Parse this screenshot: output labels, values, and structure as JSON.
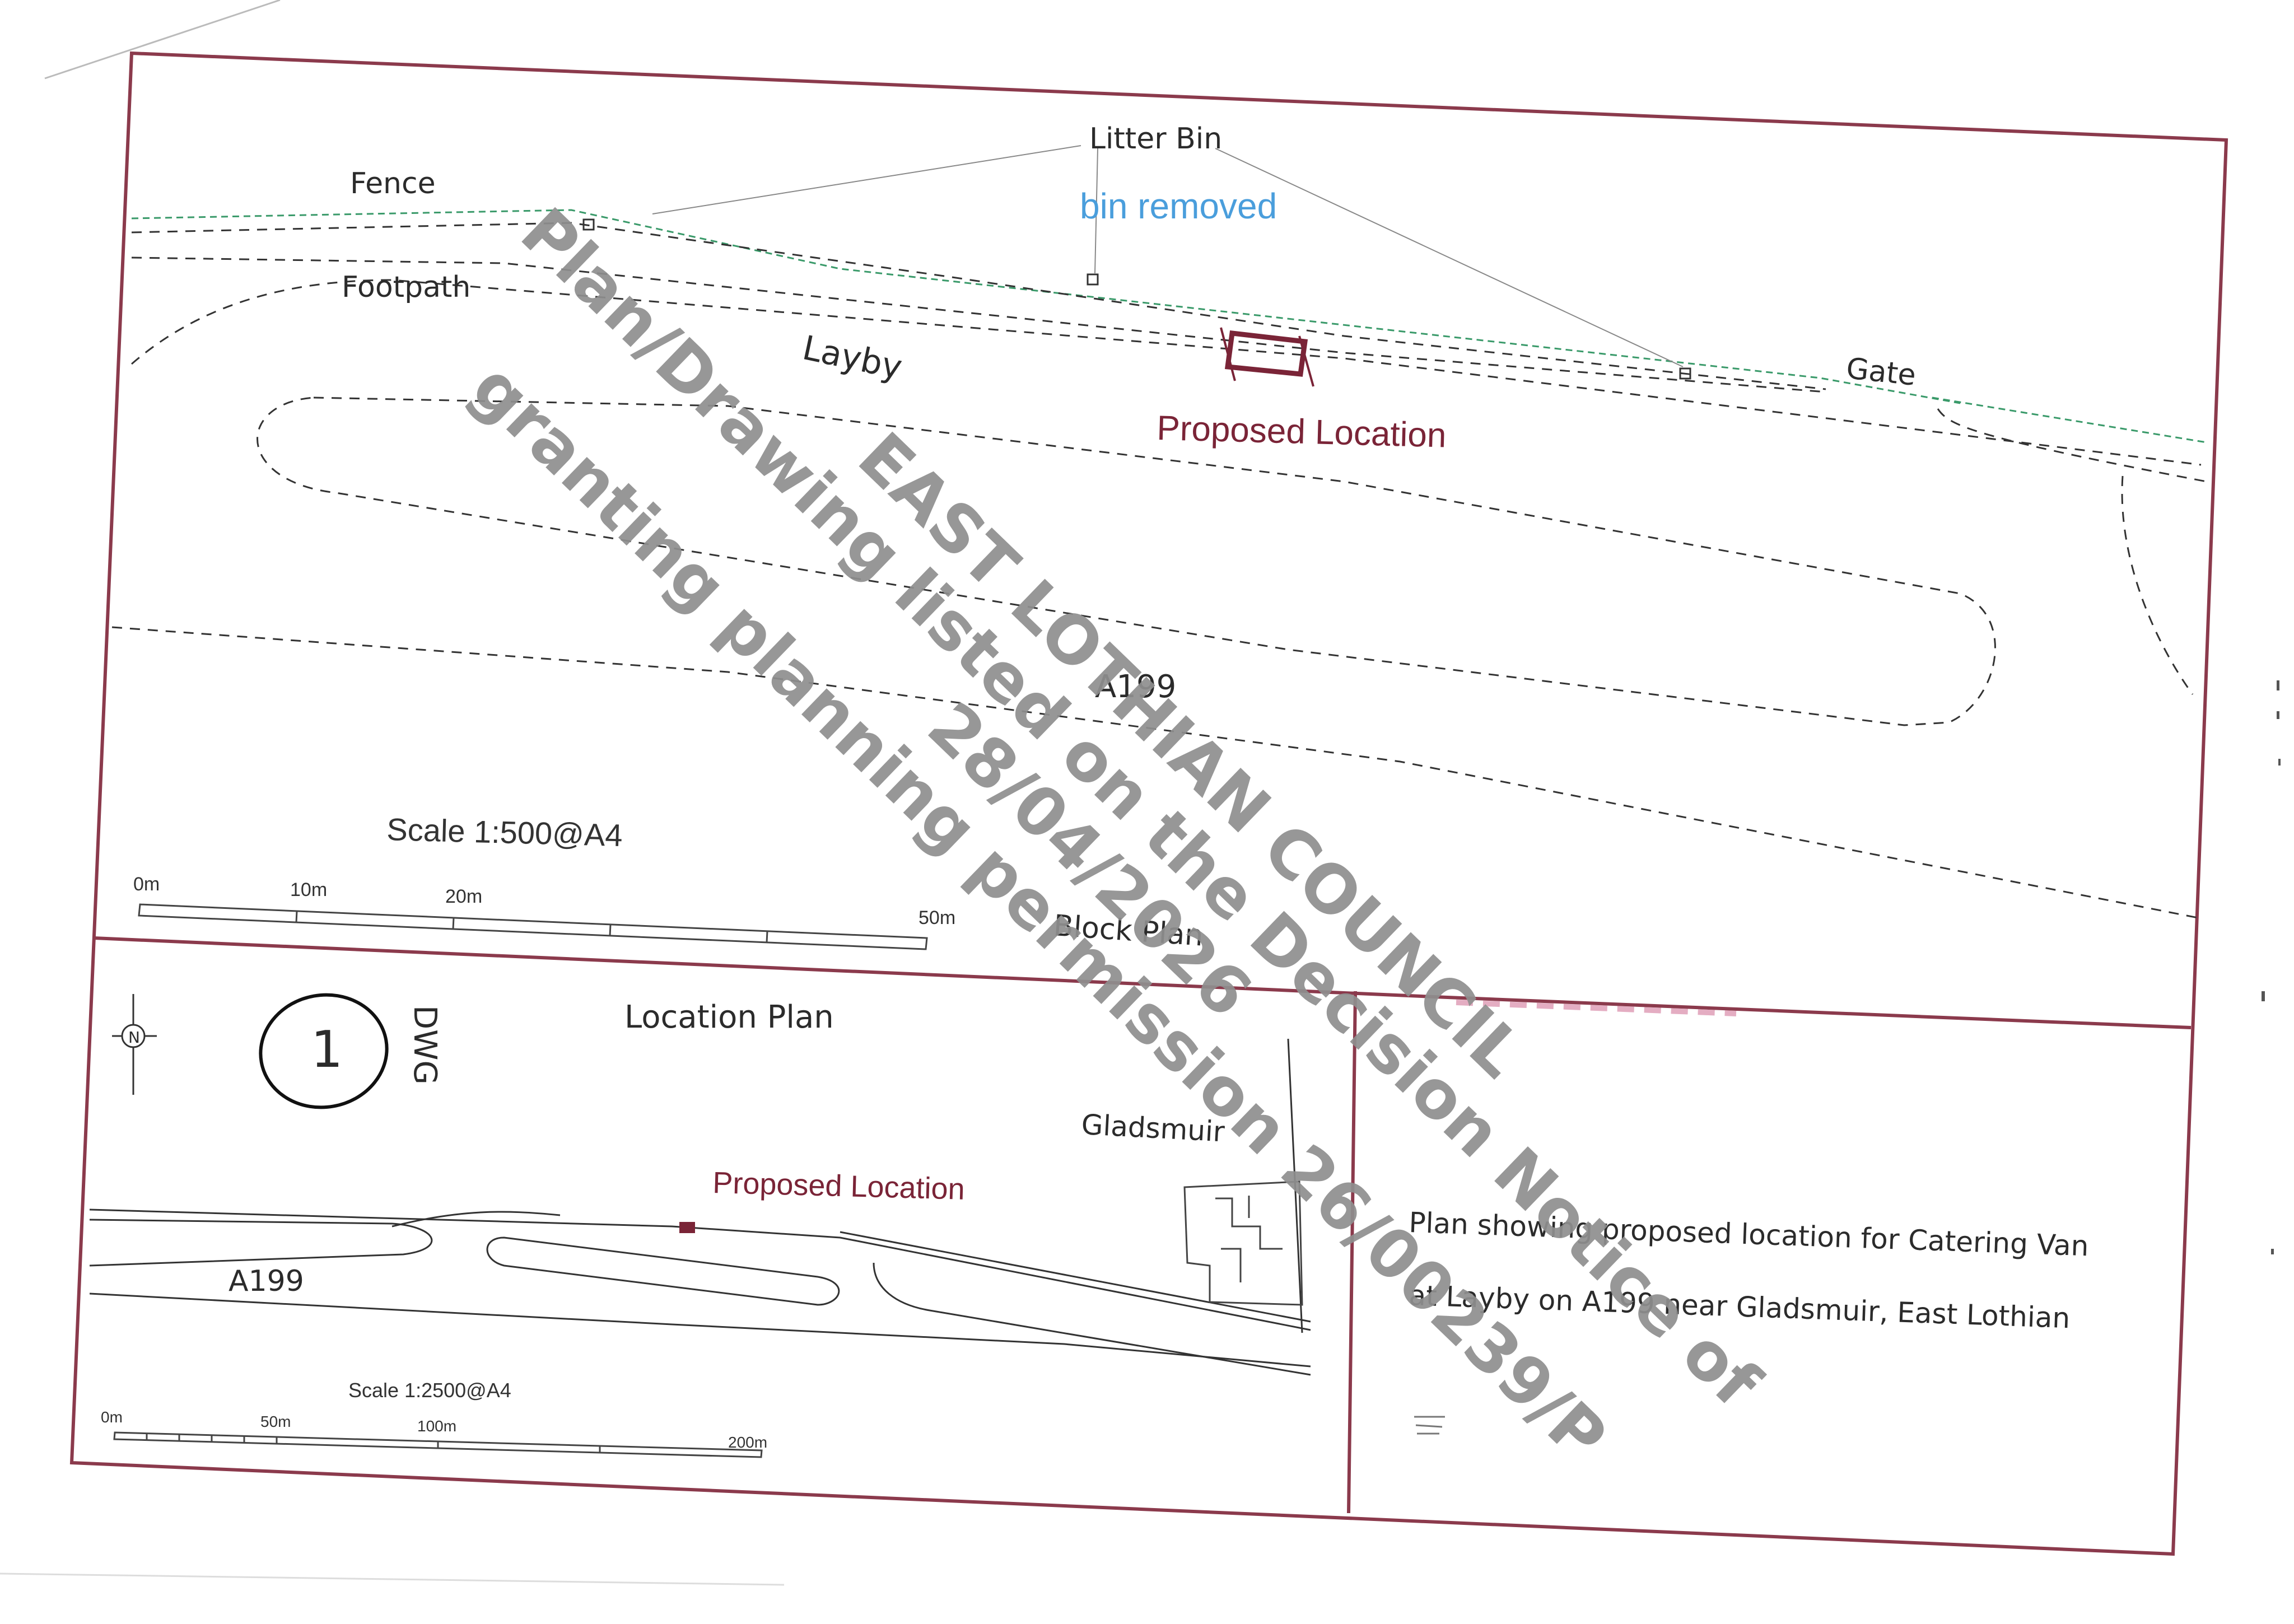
{
  "block_plan": {
    "title": "Block Plan",
    "labels": {
      "litter_bin": "Litter Bin",
      "bin_removed": "bin removed",
      "fence": "Fence",
      "footpath": "Footpath",
      "layby": "Layby",
      "gate": "Gate",
      "proposed_location": "Proposed Location",
      "road": "A199"
    },
    "scale": {
      "text": "Scale  1:500@A4",
      "ticks": [
        "0m",
        "10m",
        "20m",
        "50m"
      ]
    }
  },
  "location_plan": {
    "title": "Location Plan",
    "north_letter": "N",
    "handwritten_number": "1",
    "handwritten_note": "DWG",
    "labels": {
      "village": "Gladsmuir",
      "proposed_location": "Proposed Location",
      "road": "A199"
    },
    "scale": {
      "text": "Scale  1:2500@A4",
      "ticks": [
        "0m",
        "50m",
        "100m",
        "200m"
      ]
    }
  },
  "description": {
    "line1": "Plan showing proposed location for Catering Van",
    "line2": "at Layby on A199 near Gladsmuir, East Lothian"
  },
  "watermark": {
    "line1": "EAST LOTHIAN COUNCIL",
    "line2": "Plan/Drawing listed on the Decision Notice of",
    "line3": "28/04/2026",
    "line4": "granting planning permission 26/00239/P"
  },
  "colors": {
    "frame": "#8b3a4c",
    "proposed": "#7a2437",
    "fence": "#3a9a6a",
    "note_blue": "#4a9edc",
    "watermark": "#8f8f8f"
  }
}
